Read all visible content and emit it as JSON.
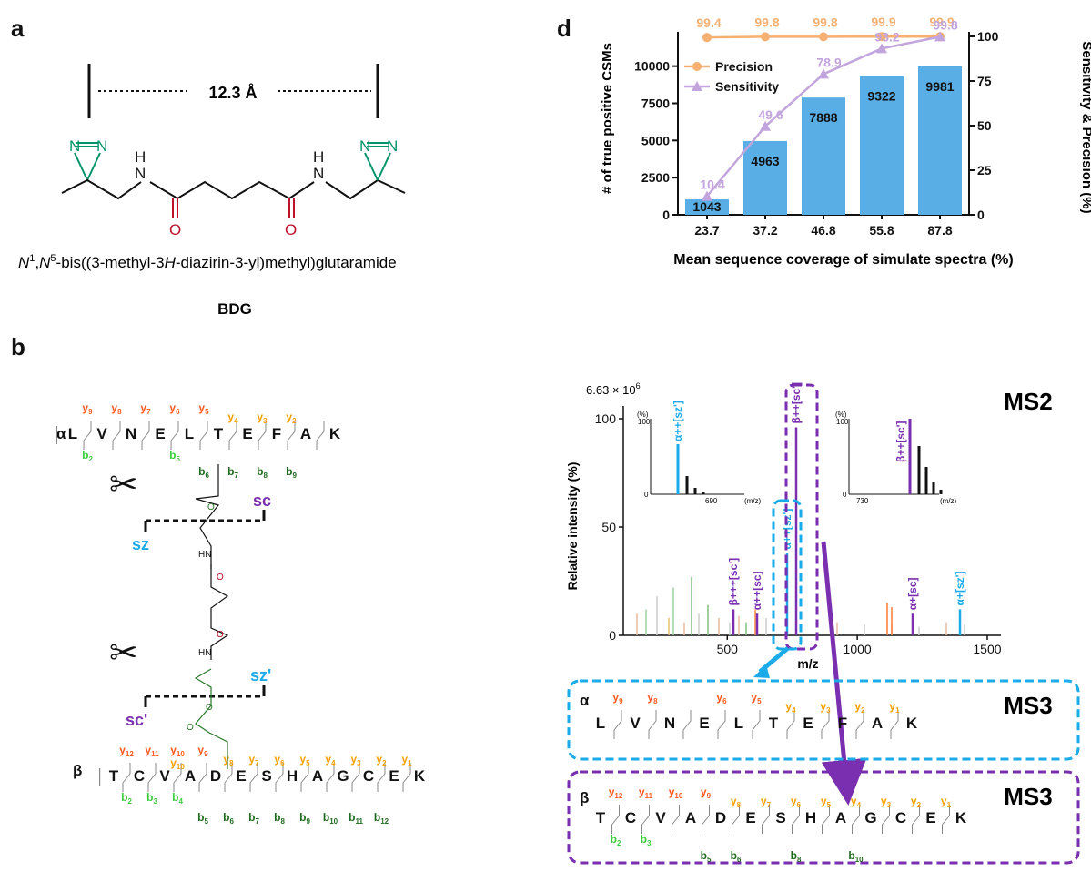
{
  "colors": {
    "bar": "#5aaee6",
    "precision": "#f5b072",
    "sensitivity": "#c3a5dd",
    "y_ion": "#ff5a1f",
    "y_ion_light": "#f5a000",
    "b_ion_light": "#3dcc3d",
    "b_ion_dark": "#1f6b1f",
    "purple": "#7a2fb0",
    "cyan": "#1aabe8",
    "red": "#c0102a",
    "teal": "#00946b"
  },
  "panel_a": {
    "letter": "a",
    "distance": "12.3 Å",
    "atoms": {
      "n": "N",
      "h": "H",
      "o": "O"
    },
    "name_parts": [
      "N",
      "1",
      ",",
      "N",
      "5",
      "-bis((3-methyl-3",
      "H",
      "-diazirin-3-yl)methyl)glutaramide"
    ],
    "abbrev": "BDG"
  },
  "panel_b": {
    "letter": "b",
    "alpha": {
      "greek": "α",
      "sequence": [
        "L",
        "V",
        "N",
        "E",
        "L",
        "T",
        "E",
        "F",
        "A",
        "K"
      ],
      "y_ions": [
        [
          "y",
          "9"
        ],
        [
          "y",
          "8"
        ],
        [
          "y",
          "7"
        ],
        [
          "y",
          "6"
        ],
        [
          "y",
          "5"
        ],
        [
          "y",
          "4"
        ],
        [
          "y",
          "3"
        ],
        [
          "y",
          "2"
        ]
      ],
      "b_ions_light": [
        [
          "b",
          "2"
        ],
        [
          "b",
          "5"
        ]
      ],
      "b_ions_dark": [
        [
          "b",
          "6"
        ],
        [
          "b",
          "7"
        ],
        [
          "b",
          "8"
        ],
        [
          "b",
          "9"
        ]
      ]
    },
    "beta": {
      "greek": "β",
      "sequence": [
        "T",
        "C",
        "V",
        "A",
        "D",
        "E",
        "S",
        "H",
        "A",
        "G",
        "C",
        "E",
        "K"
      ],
      "y_ions": [
        [
          "y",
          "12"
        ],
        [
          "y",
          "11"
        ],
        [
          "y",
          "10"
        ],
        [
          "y",
          "9"
        ],
        [
          "y",
          "8"
        ],
        [
          "y",
          "7"
        ],
        [
          "y",
          "6"
        ],
        [
          "y",
          "5"
        ],
        [
          "y",
          "4"
        ],
        [
          "y",
          "3"
        ],
        [
          "y",
          "2"
        ],
        [
          "y",
          "1"
        ]
      ],
      "y_extra": [
        "y",
        "10"
      ],
      "b_ions_light": [
        [
          "b",
          "2"
        ],
        [
          "b",
          "3"
        ],
        [
          "b",
          "4"
        ]
      ],
      "b_ions_dark": [
        [
          "b",
          "5"
        ],
        [
          "b",
          "6"
        ],
        [
          "b",
          "7"
        ],
        [
          "b",
          "8"
        ],
        [
          "b",
          "9"
        ],
        [
          "b",
          "10"
        ],
        [
          "b",
          "11"
        ],
        [
          "b",
          "12"
        ]
      ]
    },
    "linker_labels": {
      "sc": "sc",
      "sz": "sz",
      "sz_prime": "sz'",
      "sc_prime": "sc'",
      "o": "O",
      "hn": "HN"
    },
    "ms2": {
      "title": "MS2",
      "intensity": "6.63 × 10",
      "intensity_exp": "6",
      "ylabel": "Relative intensity (%)",
      "xlabel": "m/z",
      "x_ticks": [
        "500",
        "1000",
        "1500"
      ],
      "y_ticks": [
        "0",
        "50",
        "100"
      ],
      "peak_labels": [
        "β+++[sc']",
        "α++[sc]",
        "α++[sz']",
        "β++[sc']",
        "α+[sc]",
        "α+[sz']"
      ],
      "inset1": {
        "ytick": "100",
        "ytick0": "0",
        "unit": "(%)",
        "xtick": "690",
        "xunit": "(m/z)",
        "label": "α++[sz']"
      },
      "inset2": {
        "ytick": "100",
        "ytick0": "0",
        "unit": "(%)",
        "xtick": "730",
        "xunit": "(m/z)",
        "label": "β++[sc']"
      }
    },
    "ms3_alpha": {
      "title": "MS3",
      "greek": "α",
      "sequence": [
        "L",
        "V",
        "N",
        "E",
        "L",
        "T",
        "E",
        "F",
        "A",
        "K"
      ],
      "y_ions": [
        [
          "y",
          "9"
        ],
        [
          "y",
          "8"
        ],
        [
          "y",
          "6"
        ],
        [
          "y",
          "5"
        ],
        [
          "y",
          "4"
        ],
        [
          "y",
          "3"
        ],
        [
          "y",
          "2"
        ],
        [
          "y",
          "1"
        ]
      ]
    },
    "ms3_beta": {
      "title": "MS3",
      "greek": "β",
      "sequence": [
        "T",
        "C",
        "V",
        "A",
        "D",
        "E",
        "S",
        "H",
        "A",
        "G",
        "C",
        "E",
        "K"
      ],
      "y_ions": [
        [
          "y",
          "12"
        ],
        [
          "y",
          "11"
        ],
        [
          "y",
          "10"
        ],
        [
          "y",
          "9"
        ],
        [
          "y",
          "8"
        ],
        [
          "y",
          "7"
        ],
        [
          "y",
          "6"
        ],
        [
          "y",
          "5"
        ],
        [
          "y",
          "4"
        ],
        [
          "y",
          "3"
        ],
        [
          "y",
          "2"
        ],
        [
          "y",
          "1"
        ]
      ],
      "b_ions_light": [
        [
          "b",
          "2"
        ],
        [
          "b",
          "3"
        ]
      ],
      "b_ions_dark": [
        [
          "b",
          "5"
        ],
        [
          "b",
          "6"
        ],
        [
          "b",
          "8"
        ],
        [
          "b",
          "10"
        ]
      ]
    }
  },
  "chart_data": {
    "type": "bar",
    "title": "",
    "categories": [
      "23.7",
      "37.2",
      "46.8",
      "55.8",
      "87.8"
    ],
    "xlabel": "Mean sequence coverage of simulate spectra (%)",
    "ylabel": "# of true positive CSMs",
    "ylabel_right": "Sensitivity & Precision (%)",
    "ylim": [
      0,
      12000
    ],
    "ylim_right": [
      0,
      100
    ],
    "y_ticks": [
      0,
      2500,
      5000,
      7500,
      10000
    ],
    "y_ticks_right": [
      0,
      25,
      50,
      75,
      100
    ],
    "bars": {
      "values": [
        1043,
        4963,
        7888,
        9322,
        9981
      ]
    },
    "series": [
      {
        "name": "Precision",
        "axis": "right",
        "marker": "circle",
        "values": [
          99.4,
          99.8,
          99.8,
          99.9,
          99.9
        ]
      },
      {
        "name": "Sensitivity",
        "axis": "right",
        "marker": "triangle",
        "values": [
          10.4,
          49.6,
          78.9,
          93.2,
          99.8
        ]
      }
    ],
    "legend": "top-left",
    "panel_letter": "d"
  }
}
